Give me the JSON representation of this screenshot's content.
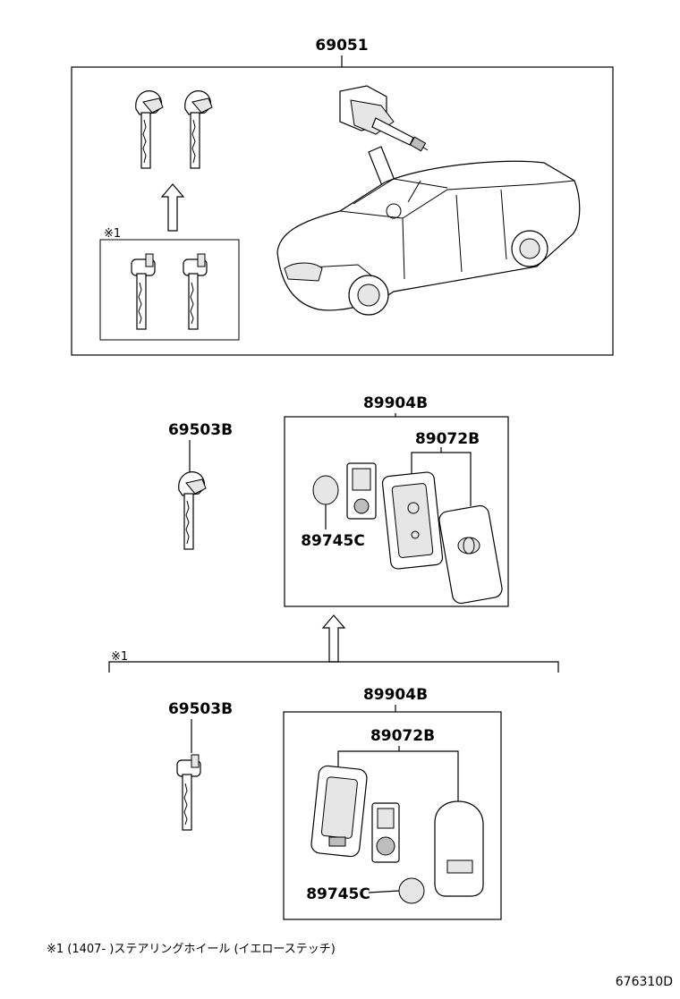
{
  "labels": {
    "assembly_top": "69051",
    "remote_upper": "89904B",
    "case_upper": "89072B",
    "battery_upper": "89745C",
    "key_upper": "69503B",
    "remote_lower": "89904B",
    "case_lower": "89072B",
    "battery_lower": "89745C",
    "key_lower": "69503B",
    "note_marker_box": "※1",
    "note_marker_bracket": "※1",
    "footnote": "※1 (1407-        )ステアリングホイール (イエローステッチ)",
    "diagram_ref": "676310D"
  },
  "icons": {
    "car": "car-illustration-icon",
    "ignition": "ignition-switch-icon",
    "key": "mechanical-key-icon",
    "fob": "smart-key-fob-icon",
    "battery": "coin-battery-icon",
    "arrow": "up-arrow-icon"
  }
}
